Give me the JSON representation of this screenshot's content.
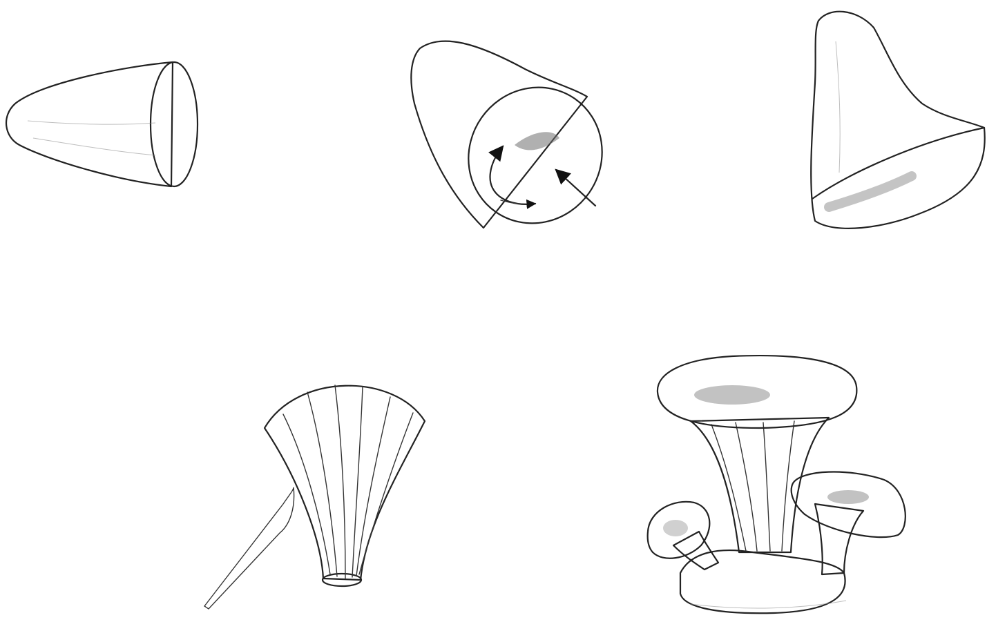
{
  "illustration": {
    "steps": [
      {
        "id": 1,
        "subject": "cone-blank"
      },
      {
        "id": 2,
        "subject": "cone-hollowing"
      },
      {
        "id": 3,
        "subject": "flared-cone"
      },
      {
        "id": 4,
        "subject": "ribbed-stem-with-knife"
      },
      {
        "id": 5,
        "subject": "mushroom-cluster"
      }
    ],
    "colors": {
      "ink": "#222222",
      "shade": "#9a9a9a",
      "paper": "#ffffff"
    }
  }
}
